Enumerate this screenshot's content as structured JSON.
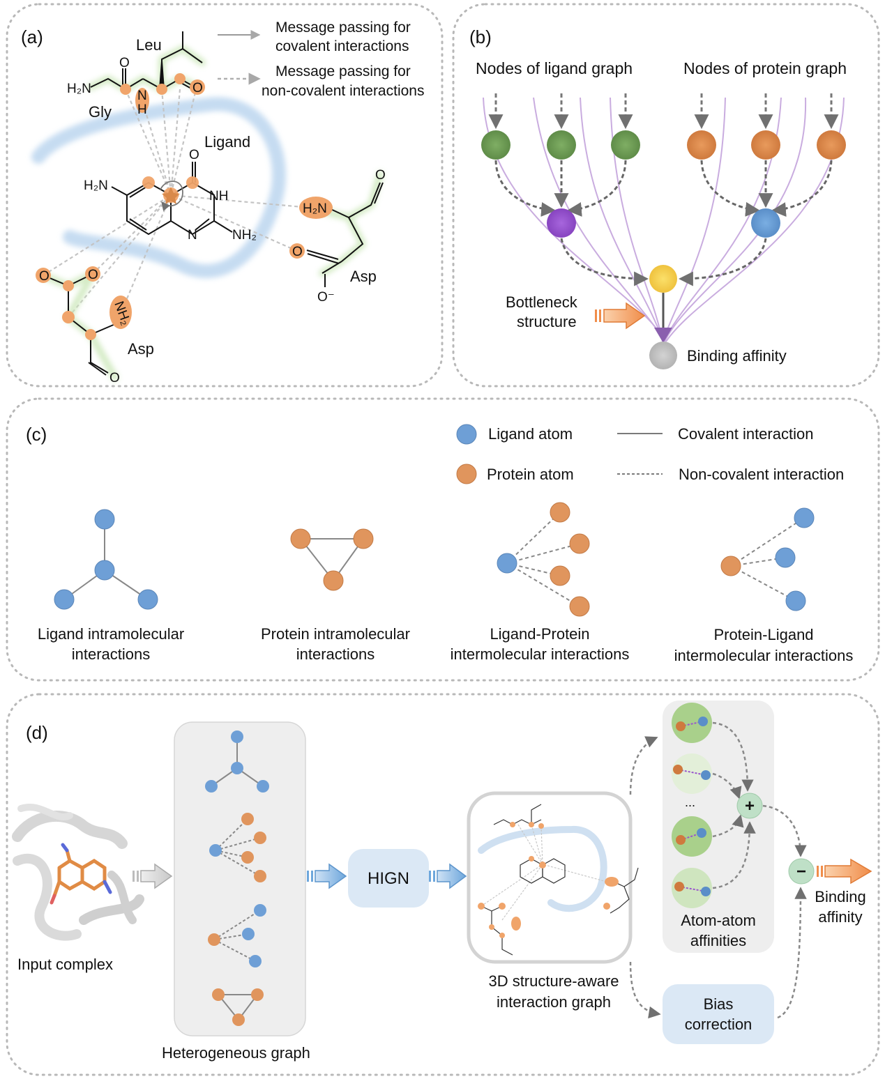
{
  "colors": {
    "ligand": "#6e9fd6",
    "protein": "#e0955d",
    "green_node": "#6f9a56",
    "orange_node": "#d7864a",
    "purple_node": "#9955cc",
    "yellow_node": "#f2cf50",
    "gray_node": "#bdbdbd",
    "panel_border": "#bdbdbd",
    "box_blue": "#dbe8f5",
    "box_gray": "#eeeeee"
  },
  "panel_a": {
    "label": "(a)",
    "legend": {
      "covalent_line1": "Message passing for",
      "covalent_line2": "covalent interactions",
      "noncovalent_line1": "Message passing for",
      "noncovalent_line2": "non-covalent interactions"
    },
    "residues": {
      "leu": "Leu",
      "gly": "Gly",
      "asp_right": "Asp",
      "asp_left": "Asp",
      "ligand": "Ligand"
    },
    "atoms": {
      "h2n_gly": "H₂N",
      "o_gly": "O",
      "n_amide": "N",
      "h_amide": "H",
      "o_leu": "O",
      "h2n_lig": "H₂N",
      "o_lig": "O",
      "nh_lig": "NH",
      "n_lig": "N",
      "nh2_lig": "NH₂",
      "h2n_asp": "H₂N",
      "o_asp_top": "O",
      "o_asp_mid": "O",
      "o_minus": "O⁻",
      "o_left1": "O",
      "o_left2": "O",
      "nh2_left": "NH₂",
      "o_left_bottom": "O"
    }
  },
  "panel_b": {
    "label": "(b)",
    "ligand_nodes": "Nodes of ligand graph",
    "protein_nodes": "Nodes of protein graph",
    "bottleneck_line1": "Bottleneck",
    "bottleneck_line2": "structure",
    "binding": "Binding affinity"
  },
  "panel_c": {
    "label": "(c)",
    "legend": {
      "ligand_atom": "Ligand atom",
      "protein_atom": "Protein atom",
      "covalent": "Covalent interaction",
      "noncovalent": "Non-covalent interaction"
    },
    "captions": [
      {
        "line1": "Ligand intramolecular",
        "line2": "interactions"
      },
      {
        "line1": "Protein intramolecular",
        "line2": "interactions"
      },
      {
        "line1": "Ligand-Protein",
        "line2": "intermolecular interactions"
      },
      {
        "line1": "Protein-Ligand",
        "line2": "intermolecular interactions"
      }
    ]
  },
  "panel_d": {
    "label": "(d)",
    "input_complex": "Input complex",
    "heterogeneous_graph": "Heterogeneous graph",
    "hign": "HIGN",
    "graph_caption_line1": "3D structure-aware",
    "graph_caption_line2": "interaction graph",
    "ellipsis": "...",
    "atom_affinities_line1": "Atom-atom",
    "atom_affinities_line2": "affinities",
    "plus": "+",
    "minus": "−",
    "bias_line1": "Bias",
    "bias_line2": "correction",
    "binding_line1": "Binding",
    "binding_line2": "affinity"
  }
}
